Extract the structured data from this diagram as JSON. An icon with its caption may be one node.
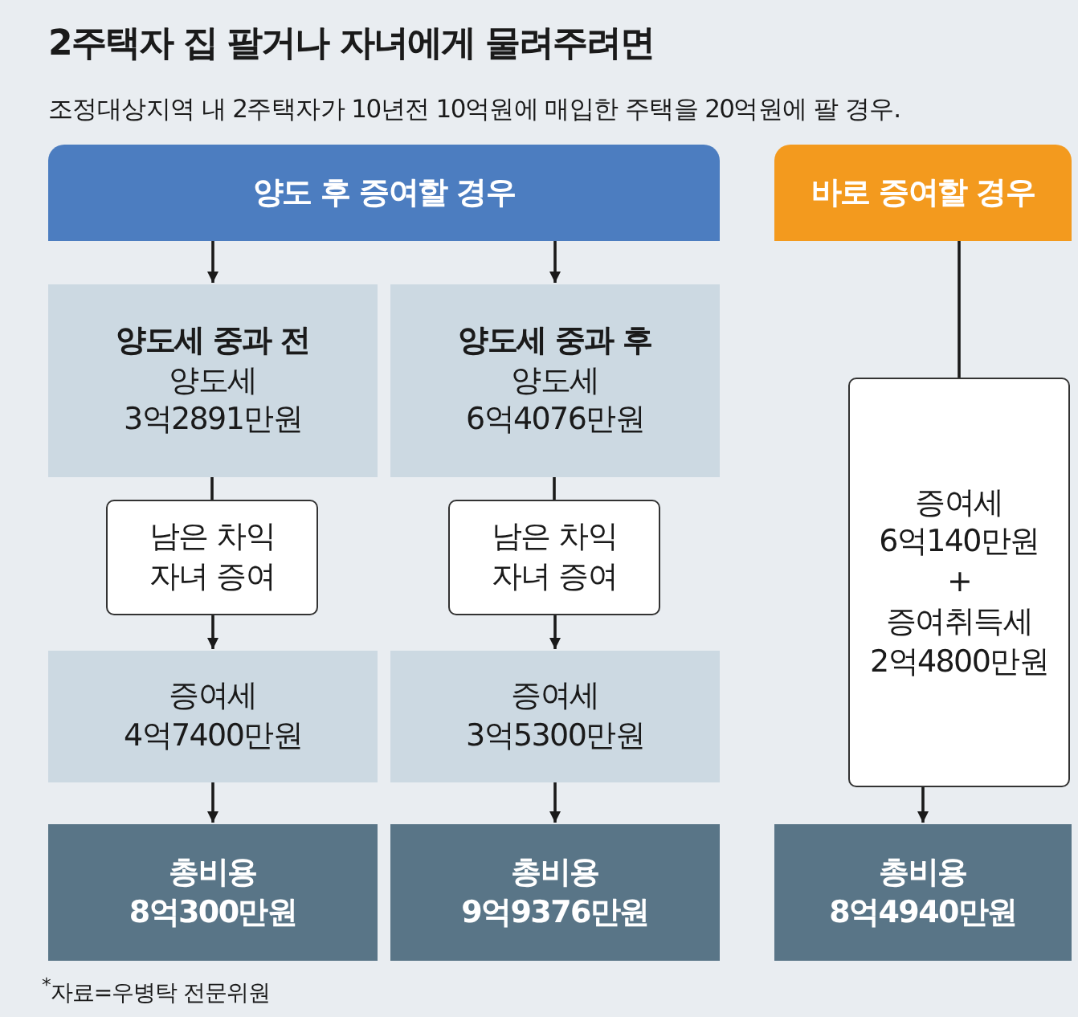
{
  "diagram": {
    "title": "2주택자 집 팔거나 자녀에게 물려주려면",
    "caption": "$^{*}$자료=우병탁 전문위원",
    "labels": [
      "조정대상지역 내 2주택자가 10년전 10억원에 매입한 주택을 20억원에 팔 경우."
    ],
    "nodes": [
      {
        "text": [
          "양도 후 증여할 경우"
        ]
      },
      {
        "text": [
          "바로 증여할 경우"
        ]
      },
      {
        "text": [
          "양도세 중과 전",
          "양도세",
          "3억2891만원"
        ]
      },
      {
        "text": [
          "양도세 중과 후",
          "양도세",
          "6억4076만원"
        ]
      },
      {
        "text": [
          "남은 차익 자녀 증여"
        ]
      },
      {
        "text": [
          "남은 차익 자녀 증여"
        ]
      },
      {
        "text": [
          "증여세",
          "4억7400만원"
        ]
      },
      {
        "text": [
          "증여세",
          "3억5300만원"
        ]
      },
      {
        "text": [
          "총비용",
          "8억300만원"
        ]
      },
      {
        "text": [
          "총비용",
          "9억9376만원"
        ]
      },
      {
        "text": [
          "증여세",
          "6억140만원",
          "+",
          "증여취득세",
          "2억4800만원"
        ]
      },
      {
        "text": [
          "총비용",
          "8억4940만원"
        ]
      }
    ],
    "edges": [
      {
        "from": 0,
        "to": 2,
        "arrow": "to"
      },
      {
        "from": 0,
        "to": 3,
        "arrow": "to"
      },
      {
        "from": 2,
        "to": 4,
        "arrow": "none"
      },
      {
        "from": 3,
        "to": 5,
        "arrow": "none"
      },
      {
        "from": 4,
        "to": 6,
        "arrow": "to"
      },
      {
        "from": 5,
        "to": 7,
        "arrow": "to"
      },
      {
        "from": 6,
        "to": 8,
        "arrow": "to"
      },
      {
        "from": 7,
        "to": 9,
        "arrow": "to"
      },
      {
        "from": 1,
        "to": 10,
        "arrow": "none"
      },
      {
        "from": 10,
        "to": 11,
        "arrow": "to"
      }
    ]
  }
}
